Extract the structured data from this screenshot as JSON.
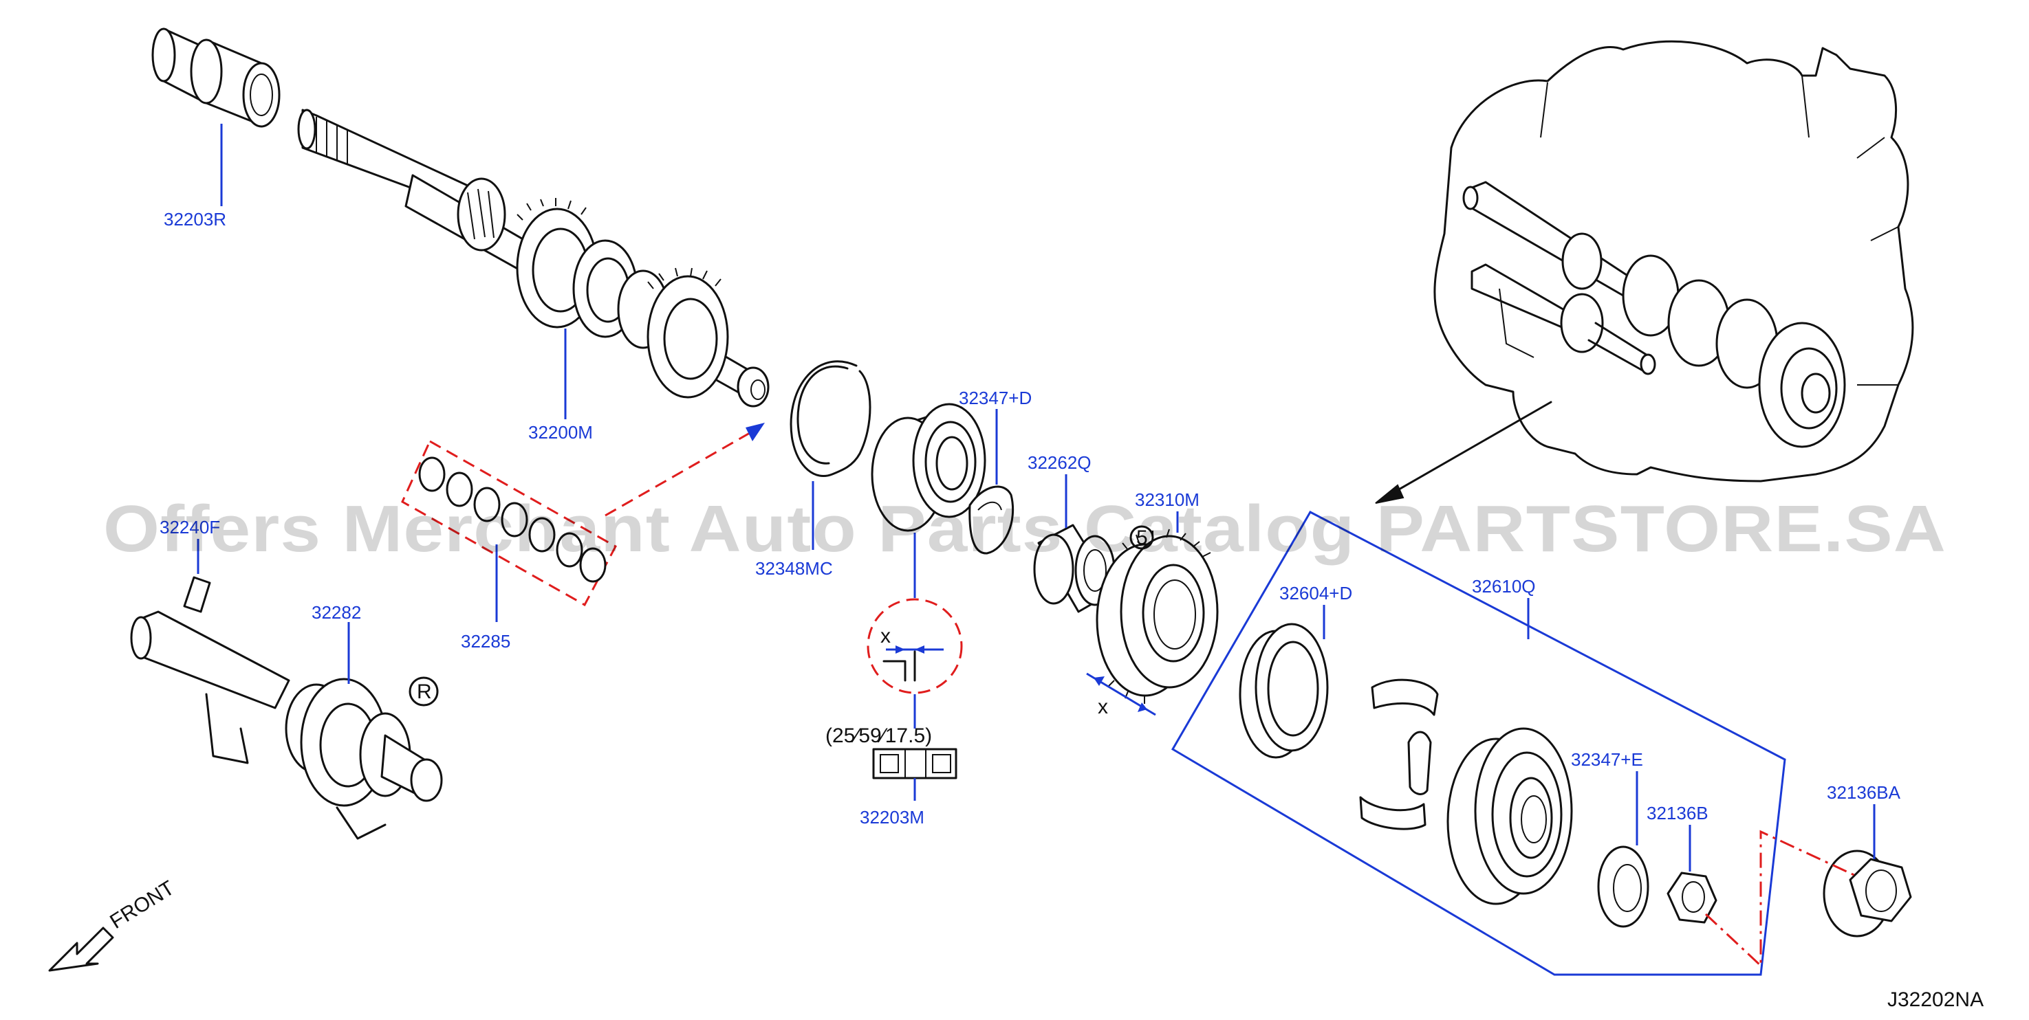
{
  "diagram": {
    "watermark": "Offers Merchant Auto Parts Catalog PARTSTORE.SA",
    "drawing_code": "J32202NA",
    "front_label": "FRONT",
    "registered_mark": "R",
    "detail_dim": "x",
    "detail_size_label": "(25⁄59⁄17.5)",
    "parts": {
      "p32203R": "32203R",
      "p32200M": "32200M",
      "p32285": "32285",
      "p32282": "32282",
      "p32348MC": "32348MC",
      "p32203M": "32203M",
      "p32347D": "32347+D",
      "p32262Q": "32262Q",
      "p32310M": "32310M",
      "p32604D": "32604+D",
      "p32610Q": "32610Q",
      "p32347E": "32347+E",
      "p32136B": "32136B",
      "p32136BA": "32136BA",
      "p32240F": "32240F"
    }
  }
}
